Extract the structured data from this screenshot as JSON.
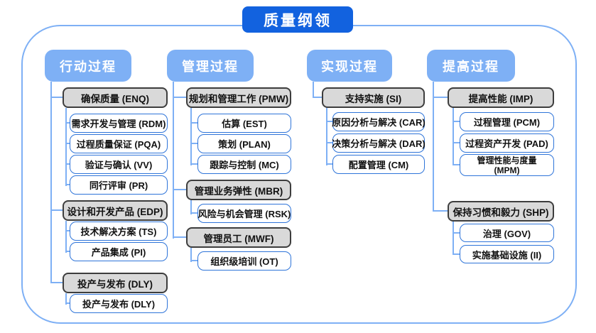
{
  "diagram": {
    "title": "质量纲领",
    "colors": {
      "title_bg": "#1262DF",
      "header_bg": "#7EB0F5",
      "connector": "#7EB0F5",
      "white_box_border": "#2E74D9",
      "gray_box_fill": "#D9D9D9",
      "gray_box_border": "#3D3D3D"
    },
    "columns": [
      {
        "header": "行动过程",
        "groups": [
          {
            "label": "确保质量 (ENQ)",
            "children": [
              "需求开发与管理 (RDM)",
              "过程质量保证 (PQA)",
              "验证与确认 (VV)",
              "同行评审 (PR)"
            ]
          },
          {
            "label": "设计和开发产品 (EDP)",
            "children": [
              "技术解决方案 (TS)",
              "产品集成 (PI)"
            ]
          },
          {
            "label": "投产与发布 (DLY)",
            "children": [
              "投产与发布 (DLY)"
            ]
          }
        ]
      },
      {
        "header": "管理过程",
        "groups": [
          {
            "label": "规划和管理工作 (PMW)",
            "children": [
              "估算 (EST)",
              "策划 (PLAN)",
              "跟踪与控制 (MC)"
            ]
          },
          {
            "label": "管理业务弹性 (MBR)",
            "children": [
              "风险与机会管理 (RSK)"
            ]
          },
          {
            "label": "管理员工 (MWF)",
            "children": [
              "组织级培训 (OT)"
            ]
          }
        ]
      },
      {
        "header": "实现过程",
        "groups": [
          {
            "label": "支持实施 (SI)",
            "children": [
              "原因分析与解决 (CAR)",
              "决策分析与解决 (DAR)",
              "配置管理 (CM)"
            ]
          }
        ]
      },
      {
        "header": "提高过程",
        "groups": [
          {
            "label": "提高性能 (IMP)",
            "children": [
              "过程管理 (PCM)",
              "过程资产开发 (PAD)",
              "管理性能与度量 (MPM)"
            ]
          },
          {
            "label": "保持习惯和毅力 (SHP)",
            "children": [
              "治理 (GOV)",
              "实施基础设施 (II)"
            ]
          }
        ]
      }
    ]
  }
}
